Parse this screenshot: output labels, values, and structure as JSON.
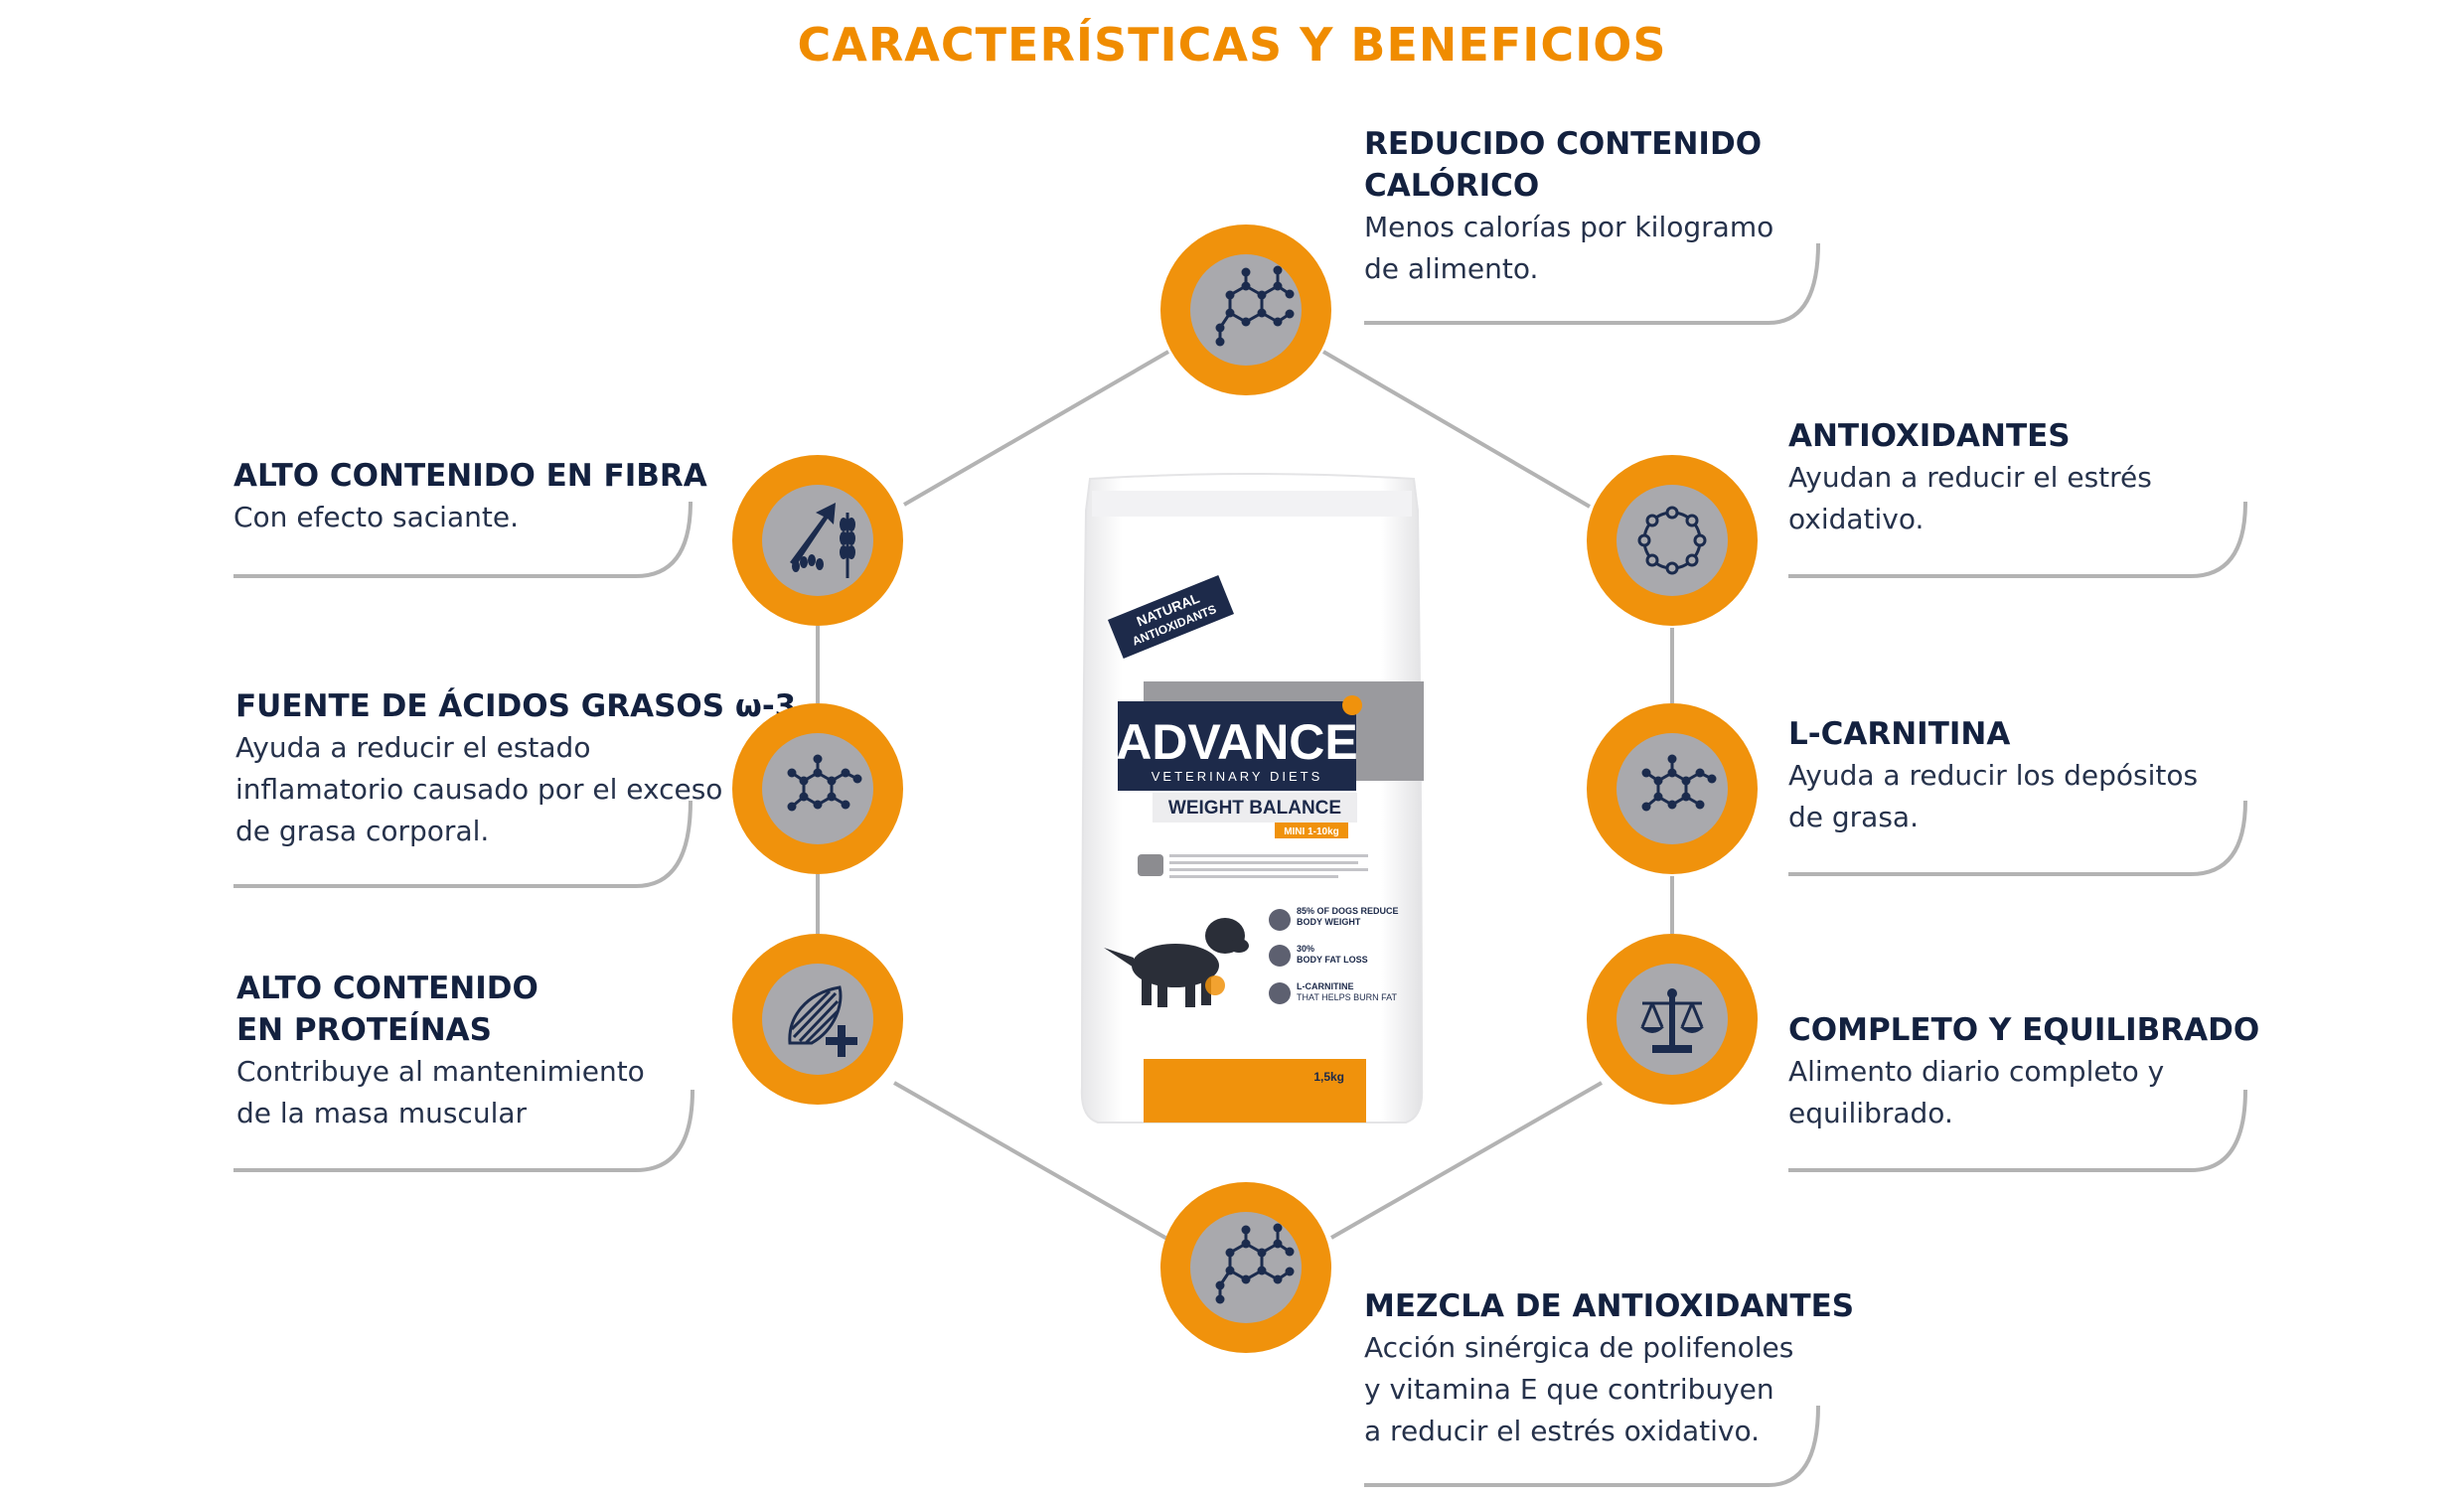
{
  "title": "CARACTERÍSTICAS Y BENEFICIOS",
  "colors": {
    "accent": "#f0920c",
    "title": "#f08c00",
    "navy": "#13213f",
    "icon_bg": "#a9a9ad",
    "lines": "#b3b3b3"
  },
  "features": {
    "caloric": {
      "title_l1": "REDUCIDO CONTENIDO",
      "title_l2": "CALÓRICO",
      "desc_l1": "Menos calorías por kilogramo",
      "desc_l2": "de alimento.",
      "icon": "molecule-icon"
    },
    "fibra": {
      "title_l1": "ALTO CONTENIDO EN FIBRA",
      "desc_l1": "Con efecto saciante.",
      "icon": "wheat-arrow-icon"
    },
    "omega": {
      "title_l1": "FUENTE DE ÁCIDOS GRASOS ω-3",
      "desc_l1": "Ayuda a reducir el estado",
      "desc_l2": "inflamatorio causado por el exceso",
      "desc_l3": "de grasa corporal.",
      "icon": "molecule-icon"
    },
    "proteinas": {
      "title_l1": "ALTO CONTENIDO",
      "title_l2": "EN PROTEÍNAS",
      "desc_l1": "Contribuye al mantenimiento",
      "desc_l2": "de la masa muscular",
      "icon": "muscle-plus-icon"
    },
    "antiox": {
      "title_l1": "ANTIOXIDANTES",
      "desc_l1": "Ayudan a reducir el estrés",
      "desc_l2": "oxidativo.",
      "icon": "ring-icon"
    },
    "carnitina": {
      "title_l1": "L-CARNITINA",
      "desc_l1": "Ayuda a reducir los depósitos",
      "desc_l2": "de grasa.",
      "icon": "molecule-icon"
    },
    "completo": {
      "title_l1": "COMPLETO Y EQUILIBRADO",
      "desc_l1": "Alimento diario completo y",
      "desc_l2": "equilibrado.",
      "icon": "scale-icon"
    },
    "mezcla": {
      "title_l1": "MEZCLA DE ANTIOXIDANTES",
      "desc_l1": "Acción sinérgica de polifenoles",
      "desc_l2": "y vitamina E que contribuyen",
      "desc_l3": "a reducir el estrés oxidativo.",
      "icon": "molecule-icon"
    }
  },
  "product": {
    "ribbon_l1": "NATURAL",
    "ribbon_l2": "ANTIOXIDANTS",
    "brand": "ADVANCE",
    "brand_sub": "VETERINARY DIETS",
    "line": "WEIGHT BALANCE",
    "size_range": "MINI 1-10kg",
    "claim1": "85% OF DOGS REDUCE",
    "claim1b": "BODY WEIGHT",
    "claim2": "30%",
    "claim2b": "BODY FAT LOSS",
    "claim3": "L-CARNITINE",
    "claim3b": "THAT HELPS BURN FAT",
    "weight": "1,5kg"
  }
}
